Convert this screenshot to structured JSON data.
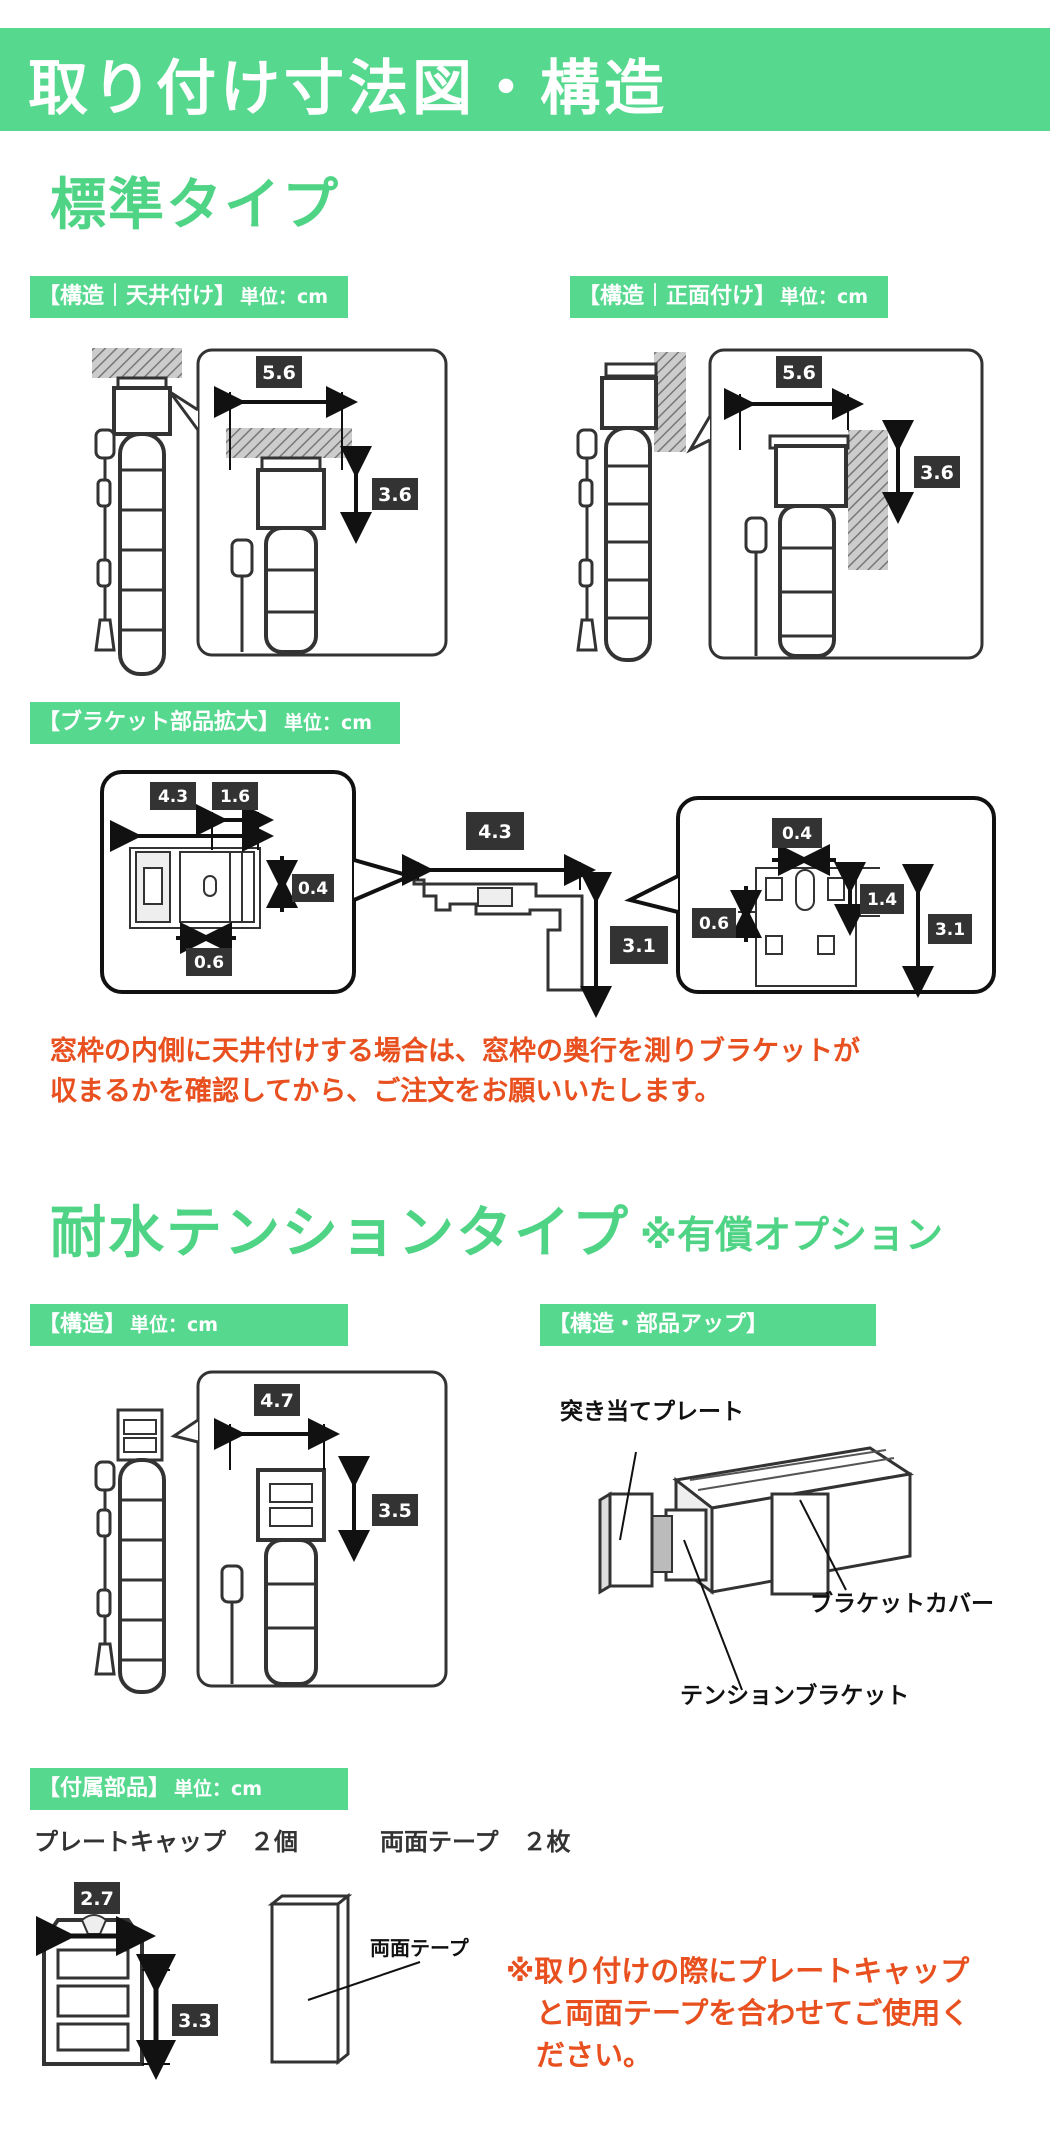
{
  "header": {
    "title": "取り付け寸法図・構造"
  },
  "standard": {
    "title": "標準タイプ",
    "ceiling": {
      "label": "【構造｜天井付け】",
      "unit": "単位：cm",
      "dim_w": "5.6",
      "dim_h": "3.6"
    },
    "front": {
      "label": "【構造｜正面付け】",
      "unit": "単位：cm",
      "dim_w": "5.6",
      "dim_h": "3.6"
    },
    "bracket": {
      "label": "【ブラケット部品拡大】",
      "unit": "単位：cm",
      "left": {
        "d1": "4.3",
        "d2": "1.6",
        "d3": "0.4",
        "d4": "0.6"
      },
      "center": {
        "w": "4.3",
        "h": "3.1"
      },
      "right": {
        "d1": "0.4",
        "d2": "1.4",
        "d3": "0.6",
        "d4": "3.1"
      }
    },
    "note_lines": [
      "窓枠の内側に天井付けする場合は、窓枠の奥行を測りブラケットが",
      "収まるかを確認してから、ご注文をお願いいたします。"
    ]
  },
  "waterproof": {
    "title": "耐水テンションタイプ",
    "option": "※有償オプション",
    "structure": {
      "label": "【構造】",
      "unit": "単位：cm",
      "dim_w": "4.7",
      "dim_h": "3.5"
    },
    "parts": {
      "label": "【構造・部品アップ】",
      "callout_plate": "突き当てプレート",
      "callout_cover": "ブラケットカバー",
      "callout_tension": "テンションブラケット"
    }
  },
  "accessories": {
    "label": "【付属部品】",
    "unit": "単位：cm",
    "item1": "プレートキャップ　２個",
    "item2": "両面テープ　２枚",
    "cap_w": "2.7",
    "cap_h": "3.3",
    "tape_label": "両面テープ",
    "note_lines": [
      "※取り付けの際にプレートキャップ",
      "と両面テープを合わせてご使用く",
      "ださい。"
    ]
  },
  "colors": {
    "accent": "#56d88f",
    "note": "#e8501f"
  }
}
